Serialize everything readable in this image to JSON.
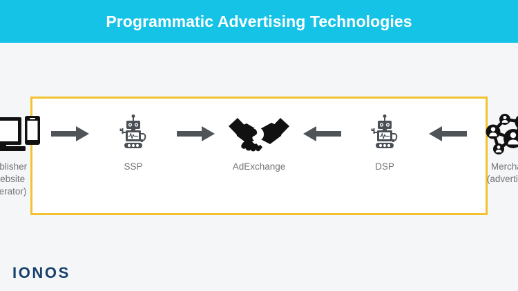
{
  "header": {
    "title": "Programmatic Advertising Technologies",
    "background_color": "#14c3e6",
    "text_color": "#ffffff"
  },
  "diagram": {
    "frame_border_color": "#f2c230",
    "frame_background": "#ffffff",
    "icon_dark_color": "#4a4f55",
    "icon_black_color": "#111111",
    "arrow_color": "#4f5459",
    "label_color": "#6f7377",
    "nodes": [
      {
        "id": "publisher",
        "label": "Publisher\n(website\noperator)",
        "icon": "laptop-and-smartphone-icon"
      },
      {
        "id": "ssp",
        "label": "SSP",
        "icon": "robot-icon"
      },
      {
        "id": "adexchange",
        "label": "AdExchange",
        "icon": "handshake-icon"
      },
      {
        "id": "dsp",
        "label": "DSP",
        "icon": "robot-icon"
      },
      {
        "id": "merchant",
        "label": "Merchant\n(advertiser)",
        "icon": "network-of-people-icon"
      }
    ],
    "arrows": [
      {
        "id": "publisher-to-ssp",
        "direction": "right"
      },
      {
        "id": "ssp-to-adexchange",
        "direction": "right"
      },
      {
        "id": "adexchange-from-dsp",
        "direction": "left"
      },
      {
        "id": "dsp-from-merchant",
        "direction": "left"
      }
    ]
  },
  "footer": {
    "logo_text": "IONOS",
    "logo_color": "#17406d"
  },
  "page": {
    "background_color": "#f5f6f7"
  }
}
